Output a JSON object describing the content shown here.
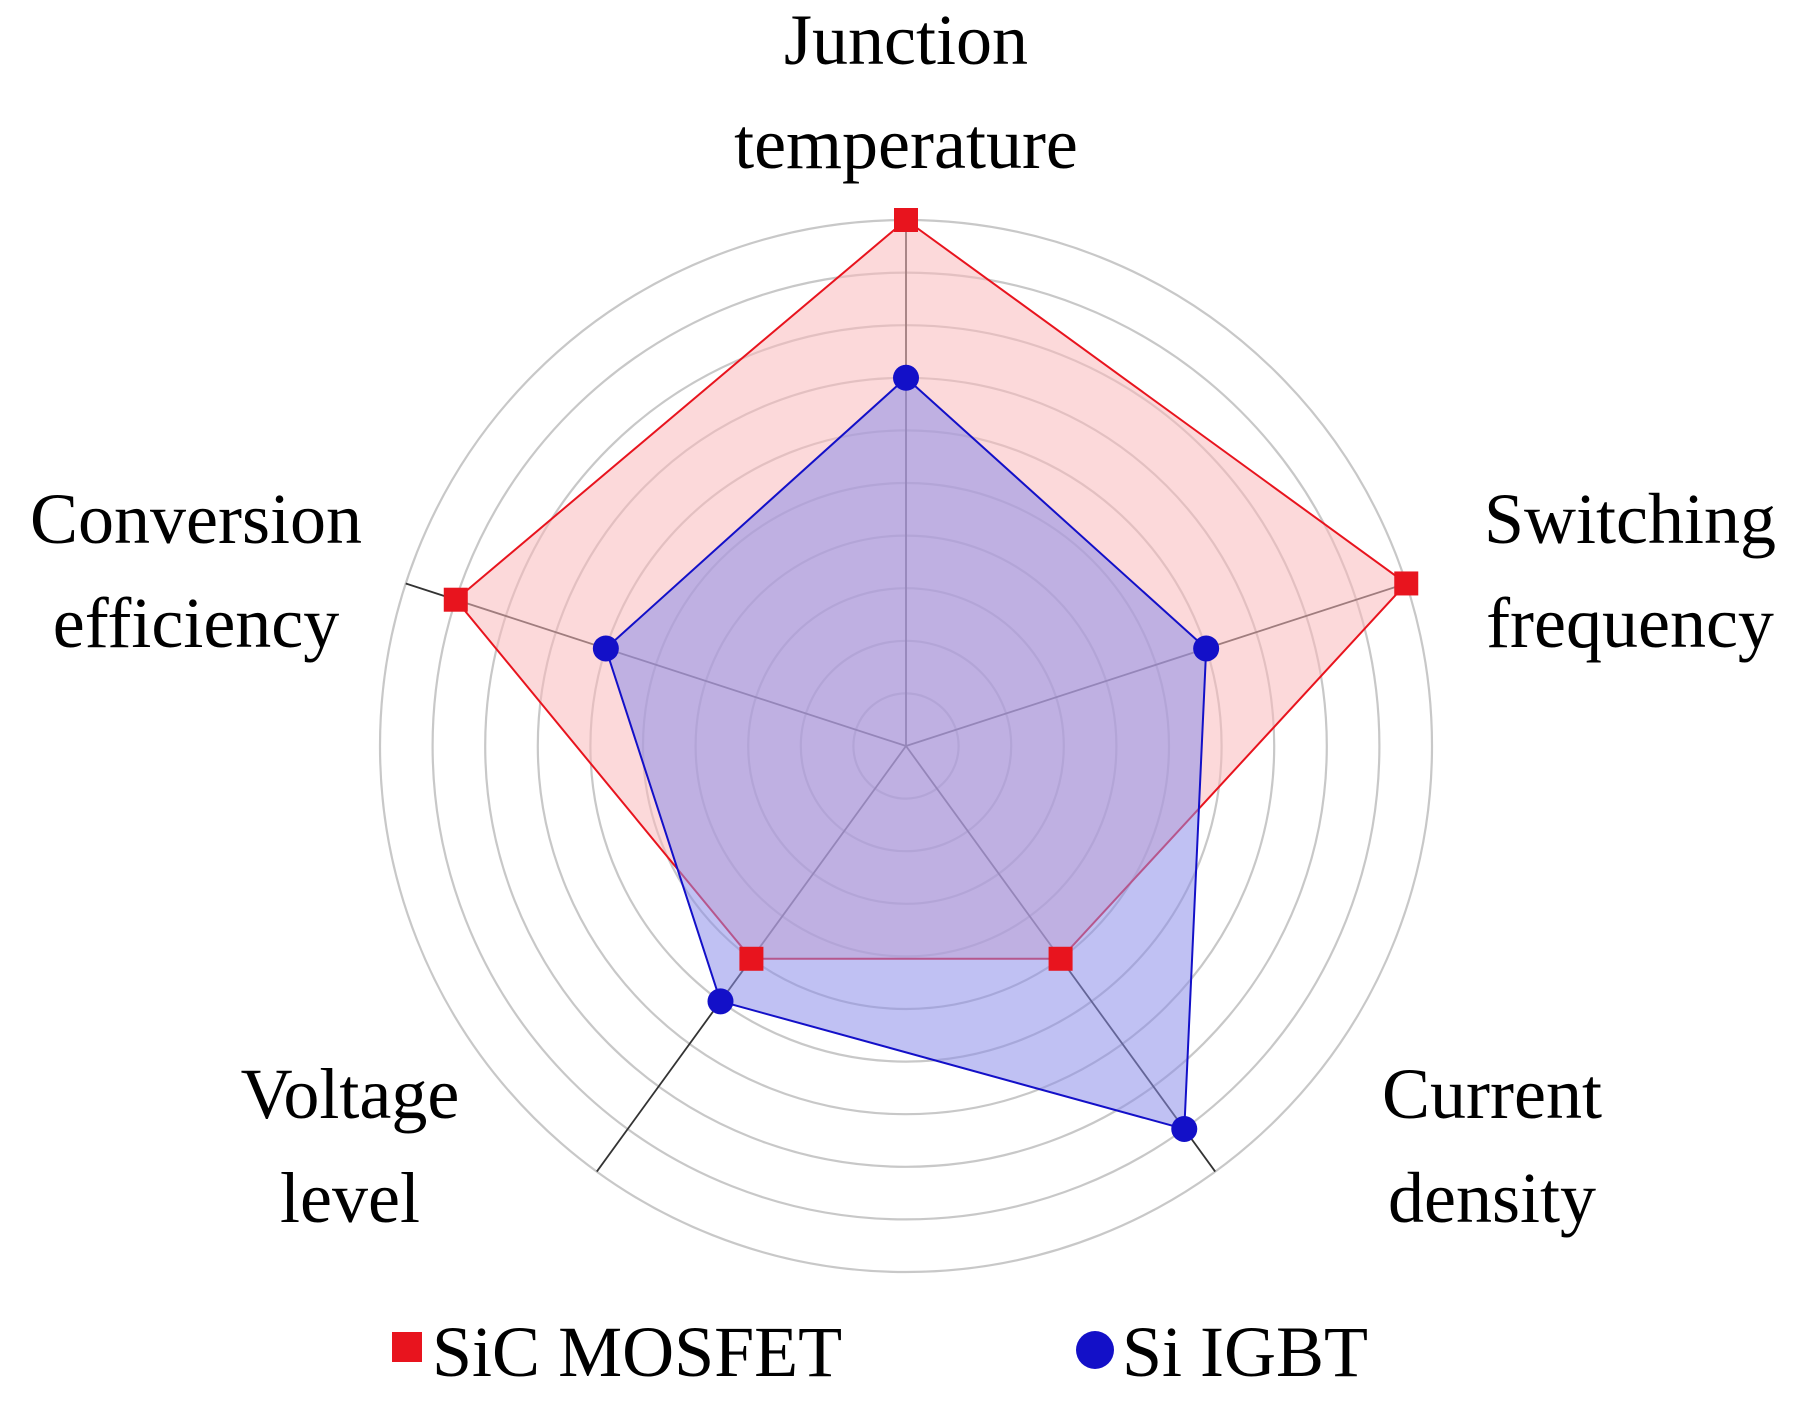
{
  "chart_data": {
    "type": "radar",
    "axes": [
      {
        "label_lines": [
          "Junction",
          "temperature"
        ]
      },
      {
        "label_lines": [
          "Switching",
          "frequency"
        ]
      },
      {
        "label_lines": [
          "Current",
          "density"
        ]
      },
      {
        "label_lines": [
          "Voltage",
          "level"
        ]
      },
      {
        "label_lines": [
          "Conversion",
          "efficiency"
        ]
      }
    ],
    "series": [
      {
        "name": "SiC MOSFET",
        "color": "#e8141e",
        "fill": "#f9b9bb",
        "marker": "square",
        "values": [
          10,
          10,
          5,
          5,
          9
        ]
      },
      {
        "name": "Si IGBT",
        "color": "#1310c8",
        "fill": "#8d8ee9",
        "marker": "circle",
        "values": [
          7,
          6,
          9,
          6,
          6
        ]
      }
    ],
    "range": [
      0,
      10
    ],
    "grid_rings": 10,
    "legend_position": "bottom"
  }
}
